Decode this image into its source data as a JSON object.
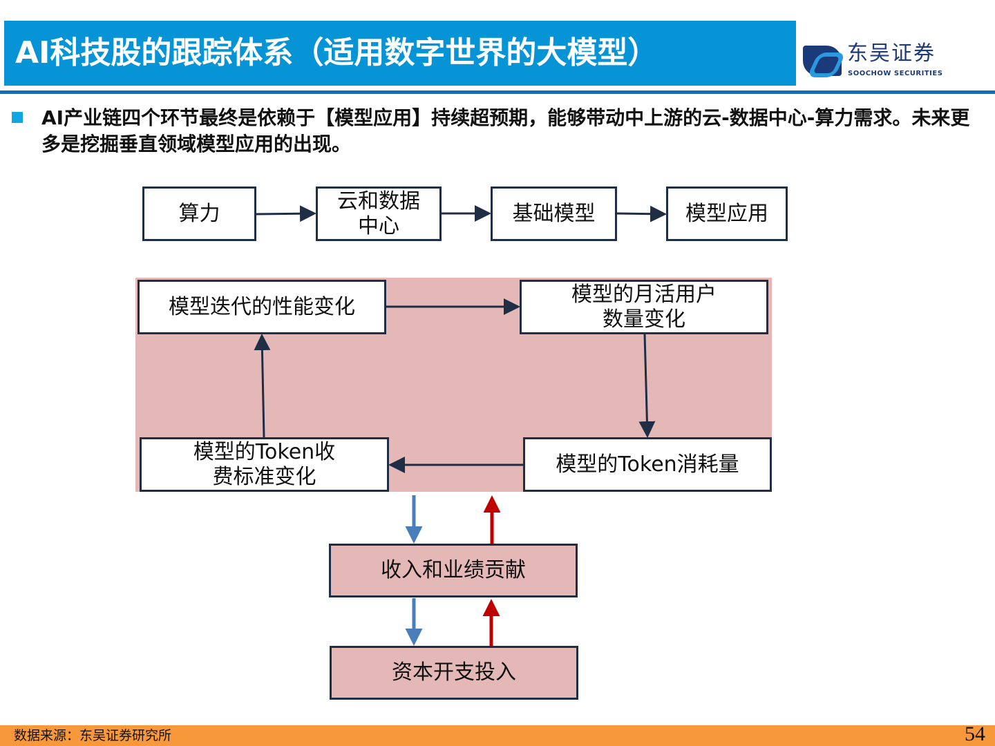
{
  "title": "AI科技股的跟踪体系（适用数字世界的大模型）",
  "logo": {
    "cn": "东吴证券",
    "en": "SOOCHOW SECURITIES"
  },
  "bullet": "AI产业链四个环节最终是依赖于【模型应用】持续超预期，能够带动中上游的云-数据中心-算力需求。未来更多是挖掘垂直领域模型应用的出现。",
  "chain": [
    "算力",
    "云和数据中心",
    "基础模型",
    "模型应用"
  ],
  "cycle": {
    "perf": "模型迭代的性能变化",
    "mau": "模型的月活用户数量变化",
    "fee": "模型的Token收费标准变化",
    "consume": "模型的Token消耗量"
  },
  "revenue": "收入和业绩贡献",
  "capex": "资本开支投入",
  "footer": {
    "source": "数据来源：东吴证券研究所",
    "page": "54"
  },
  "colors": {
    "title": "#0794d6",
    "pink": "#e5b8b8",
    "blue_arrow": "#4a7ebb",
    "red_arrow": "#c00000",
    "footer": "#f7993a"
  }
}
